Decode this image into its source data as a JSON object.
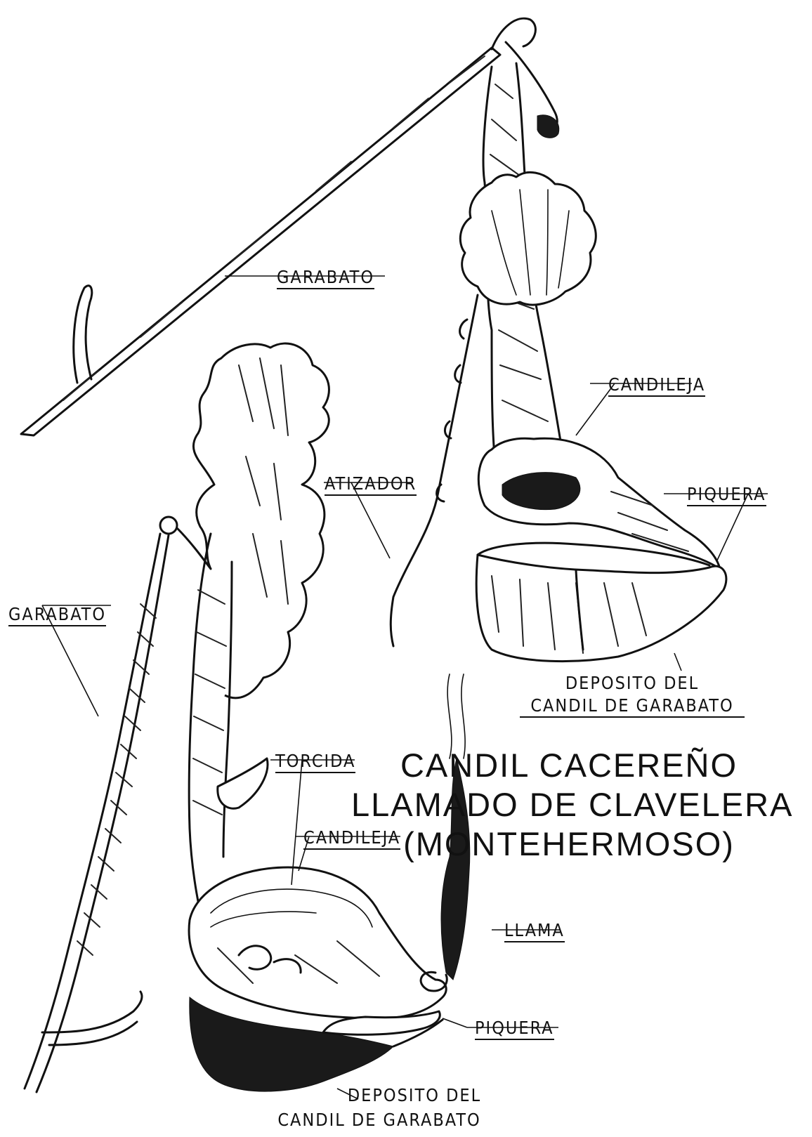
{
  "title_lines": [
    "CANDIL CACEREÑO",
    "LLAMADO DE CLAVELERA",
    "(MONTEHERMOSO)"
  ],
  "labels": {
    "garabato_top": "GARABATO",
    "garabato_left": "GARABATO",
    "atizador": "ATIZADOR",
    "candileja_right": "CANDILEJA",
    "piquera_right": "PIQUERA",
    "deposito_right_1": "DEPOSITO DEL",
    "deposito_right_2": "CANDIL DE GARABATO",
    "torcida": "TORCIDA",
    "candileja_left": "CANDILEJA",
    "llama": "LLAMA",
    "piquera_left": "PIQUERA",
    "deposito_left_1": "DEPOSITO DEL",
    "deposito_left_2": "CANDIL DE GARABATO"
  }
}
